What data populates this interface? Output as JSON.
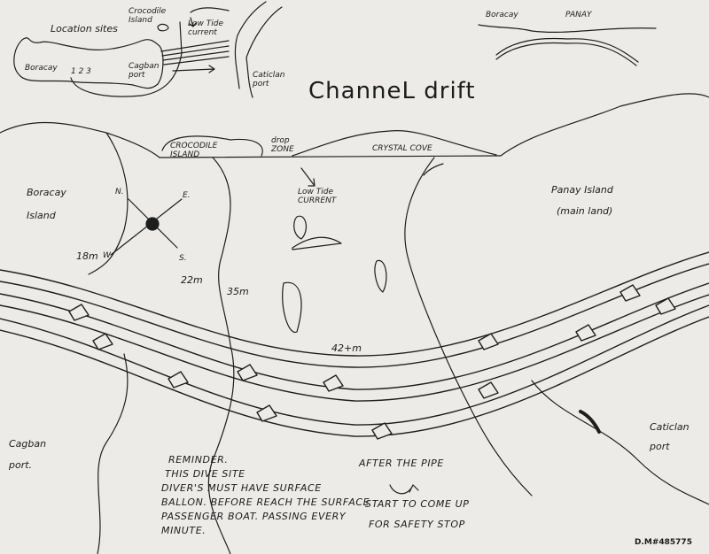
{
  "inset_map": {
    "crocodile_island": "Crocodile Island",
    "location_sites": "Location sites",
    "low_tide_current": "Low Tide current",
    "boracay": "Boracay",
    "site_numbers": "1   2   3",
    "cagban_port": "Cagban port",
    "caticlan_port": "Caticlan port"
  },
  "top_right_map": {
    "boracay": "Boracay",
    "panay": "PANAY"
  },
  "title": "ChanneL drift",
  "labels": {
    "crocodile_island": "CROCODILE ISLAND",
    "drop_zone": "drop ZONE",
    "crystal_cove": "CRYSTAL COVE",
    "low_tide_current": "Low Tide CURRENT",
    "boracay_island": "Boracay Island",
    "panay_island": "Panay Island",
    "panay_mainland": "(main land)",
    "cagban_port": "Cagban port.",
    "caticlan_port": "Caticlan port"
  },
  "compass": {
    "n": "N.",
    "e": "E.",
    "w": "W.",
    "s": "S."
  },
  "depths": [
    "18m",
    "22m",
    "35m",
    "42+m"
  ],
  "reminder": [
    "REMINDER.",
    "THIS DIVE SITE",
    "DIVER'S MUST HAVE SURFACE",
    "BALLON. BEFORE REACH THE SURFACE",
    "PASSENGER BOAT. PASSING EVERY",
    "MINUTE."
  ],
  "after_pipe": {
    "line1": "AFTER THE PIPE",
    "line2": "START TO COME UP",
    "line3": "FOR SAFETY STOP"
  },
  "catalog_number": "D.M#485775"
}
